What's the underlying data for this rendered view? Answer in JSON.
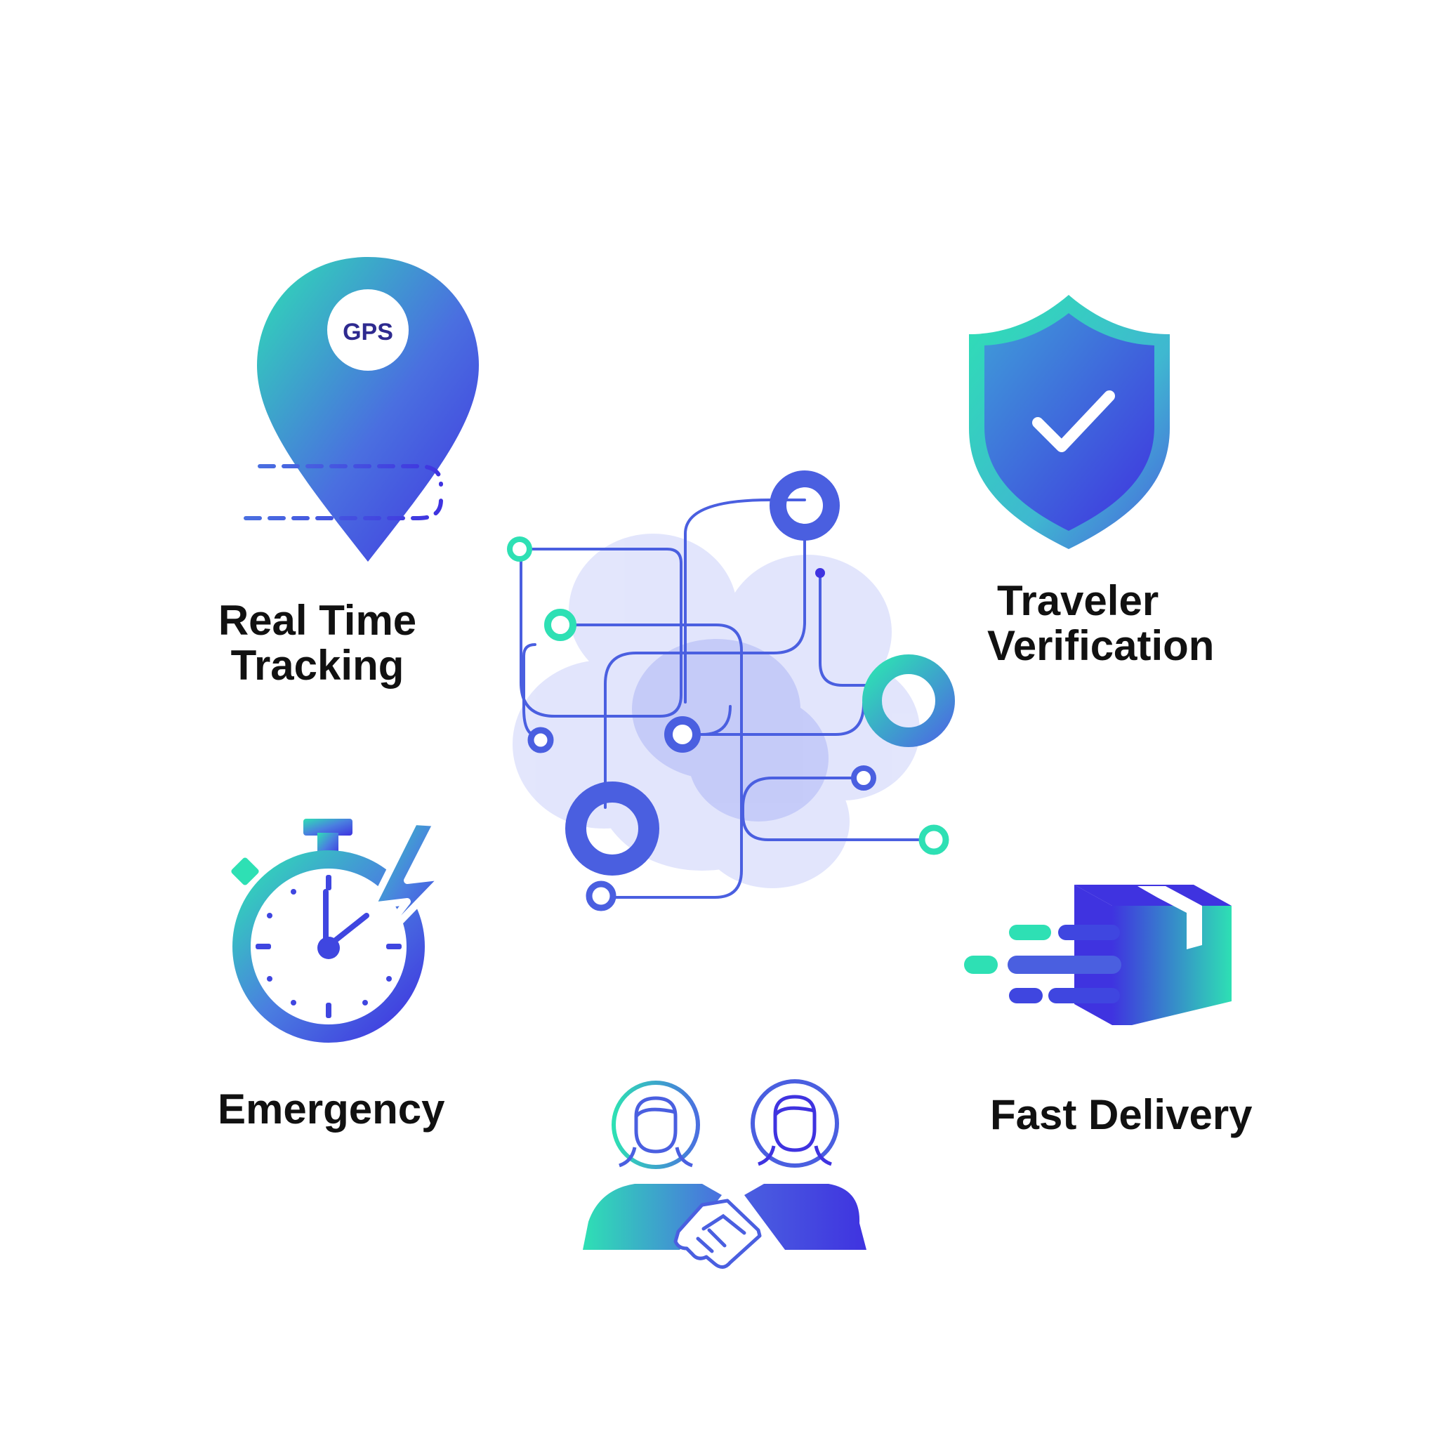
{
  "colors": {
    "teal": "#2EE0B4",
    "blue": "#4A5FE0",
    "indigo": "#3F33E0",
    "blob": "#9AA6F5",
    "text": "#111111",
    "background": "#FFFFFF"
  },
  "icons": {
    "tracking": "map-pin-icon",
    "verification": "shield-check-icon",
    "emergency": "stopwatch-lightning-icon",
    "delivery": "moving-box-icon",
    "partnership": "handshake-people-icon",
    "network": "circuit-network-icon"
  },
  "pin": {
    "text": "GPS"
  },
  "features": {
    "tracking": {
      "line1": "Real Time",
      "line2": "Tracking"
    },
    "verification": {
      "line1": "Traveler",
      "line2": "Verification"
    },
    "emergency": {
      "label": "Emergency"
    },
    "delivery": {
      "label": "Fast Delivery"
    }
  }
}
